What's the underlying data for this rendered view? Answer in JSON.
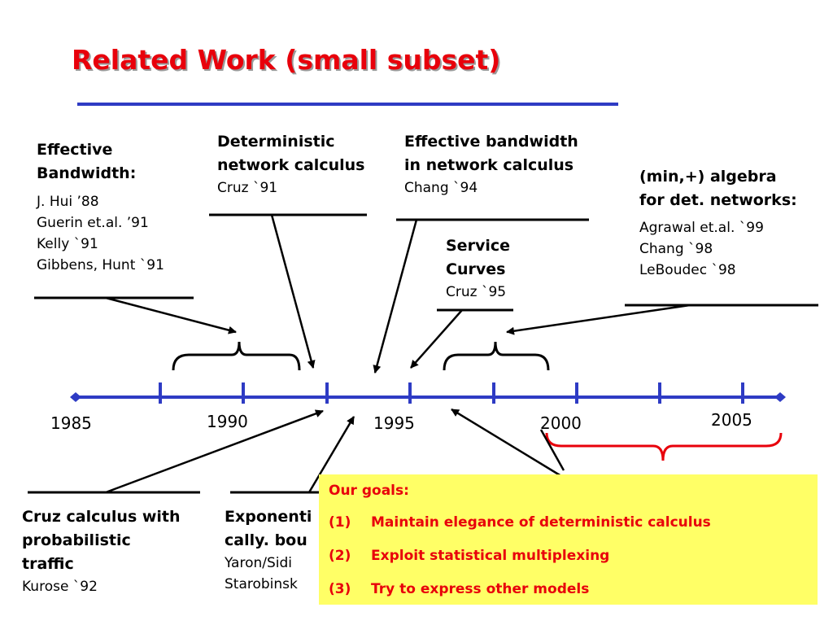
{
  "slide": {
    "title": "Related Work (small subset)"
  },
  "timeline": {
    "years": [
      "1985",
      "1990",
      "1995",
      "2000",
      "2005"
    ],
    "axis_color": "#2e3bc4"
  },
  "works": [
    {
      "id": "effective-bandwidth",
      "heading_lines": [
        "Effective",
        "Bandwidth:"
      ],
      "citations": [
        "J. Hui ’88",
        "Guerin et.al. ’91",
        "Kelly `91",
        "Gibbens, Hunt `91"
      ]
    },
    {
      "id": "deterministic-calculus",
      "heading_lines": [
        "Deterministic",
        "network calculus"
      ],
      "citations": [
        "Cruz `91"
      ]
    },
    {
      "id": "effective-bandwidth-nc",
      "heading_lines": [
        "Effective bandwidth",
        "in network calculus"
      ],
      "citations": [
        "Chang `94"
      ]
    },
    {
      "id": "service-curves",
      "heading_lines": [
        "Service",
        "Curves"
      ],
      "citations": [
        "Cruz `95"
      ]
    },
    {
      "id": "minplus-algebra",
      "heading_lines": [
        "(min,+) algebra",
        "for det. networks:"
      ],
      "citations": [
        "Agrawal et.al. `99",
        "Chang `98",
        "LeBoudec `98"
      ]
    },
    {
      "id": "cruz-probabilistic",
      "heading_lines": [
        "Cruz calculus with",
        "probabilistic",
        "traffic"
      ],
      "citations": [
        "Kurose `92"
      ]
    },
    {
      "id": "exponentially-bounded",
      "heading_lines": [
        "Exponenti",
        "cally. bou"
      ],
      "citations": [
        "Yaron/Sidi",
        "Starobinsk"
      ]
    }
  ],
  "goals": {
    "title": "Our goals:",
    "items": [
      {
        "num": "(1)",
        "text": "Maintain elegance of deterministic calculus"
      },
      {
        "num": "(2)",
        "text": "Exploit statistical multiplexing"
      },
      {
        "num": "(3)",
        "text": "Try to express other models"
      }
    ],
    "text_color": "#e8000b",
    "background": "#ffff66"
  }
}
